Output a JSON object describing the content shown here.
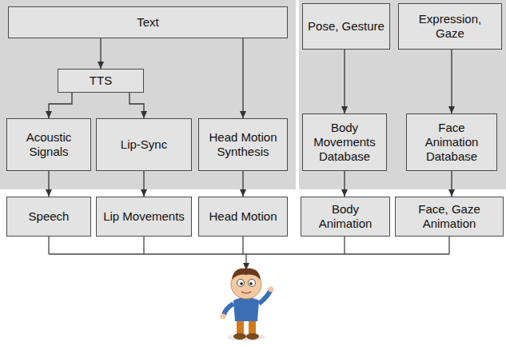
{
  "diagram": {
    "nodes": [
      {
        "text": [
          "Text"
        ]
      },
      {
        "text": [
          "TTS"
        ]
      },
      {
        "text": [
          "Pose, Gesture"
        ]
      },
      {
        "text": [
          "Expression, Gaze"
        ]
      },
      {
        "text": [
          "Acoustic Signals"
        ]
      },
      {
        "text": [
          "Lip-Sync"
        ]
      },
      {
        "text": [
          "Head Motion Synthesis"
        ]
      },
      {
        "text": [
          "Body Movements Database"
        ]
      },
      {
        "text": [
          "Face Animation Database"
        ]
      },
      {
        "text": [
          "Speech"
        ]
      },
      {
        "text": [
          "Lip Movements"
        ]
      },
      {
        "text": [
          "Head Motion"
        ]
      },
      {
        "text": [
          "Body Animation"
        ]
      },
      {
        "text": [
          "Face, Gaze Animation"
        ]
      }
    ],
    "edges": [
      {
        "from": 0,
        "to": 1,
        "arrow": "to"
      },
      {
        "from": 1,
        "to": 4,
        "arrow": "to"
      },
      {
        "from": 1,
        "to": 5,
        "arrow": "to"
      },
      {
        "from": 0,
        "to": 6,
        "arrow": "to"
      },
      {
        "from": 2,
        "to": 7,
        "arrow": "to"
      },
      {
        "from": 3,
        "to": 8,
        "arrow": "to"
      },
      {
        "from": 4,
        "to": 9,
        "arrow": "to"
      },
      {
        "from": 5,
        "to": 10,
        "arrow": "to"
      },
      {
        "from": 6,
        "to": 11,
        "arrow": "to"
      },
      {
        "from": 7,
        "to": 12,
        "arrow": "to"
      },
      {
        "from": 8,
        "to": 13,
        "arrow": "to"
      }
    ]
  }
}
